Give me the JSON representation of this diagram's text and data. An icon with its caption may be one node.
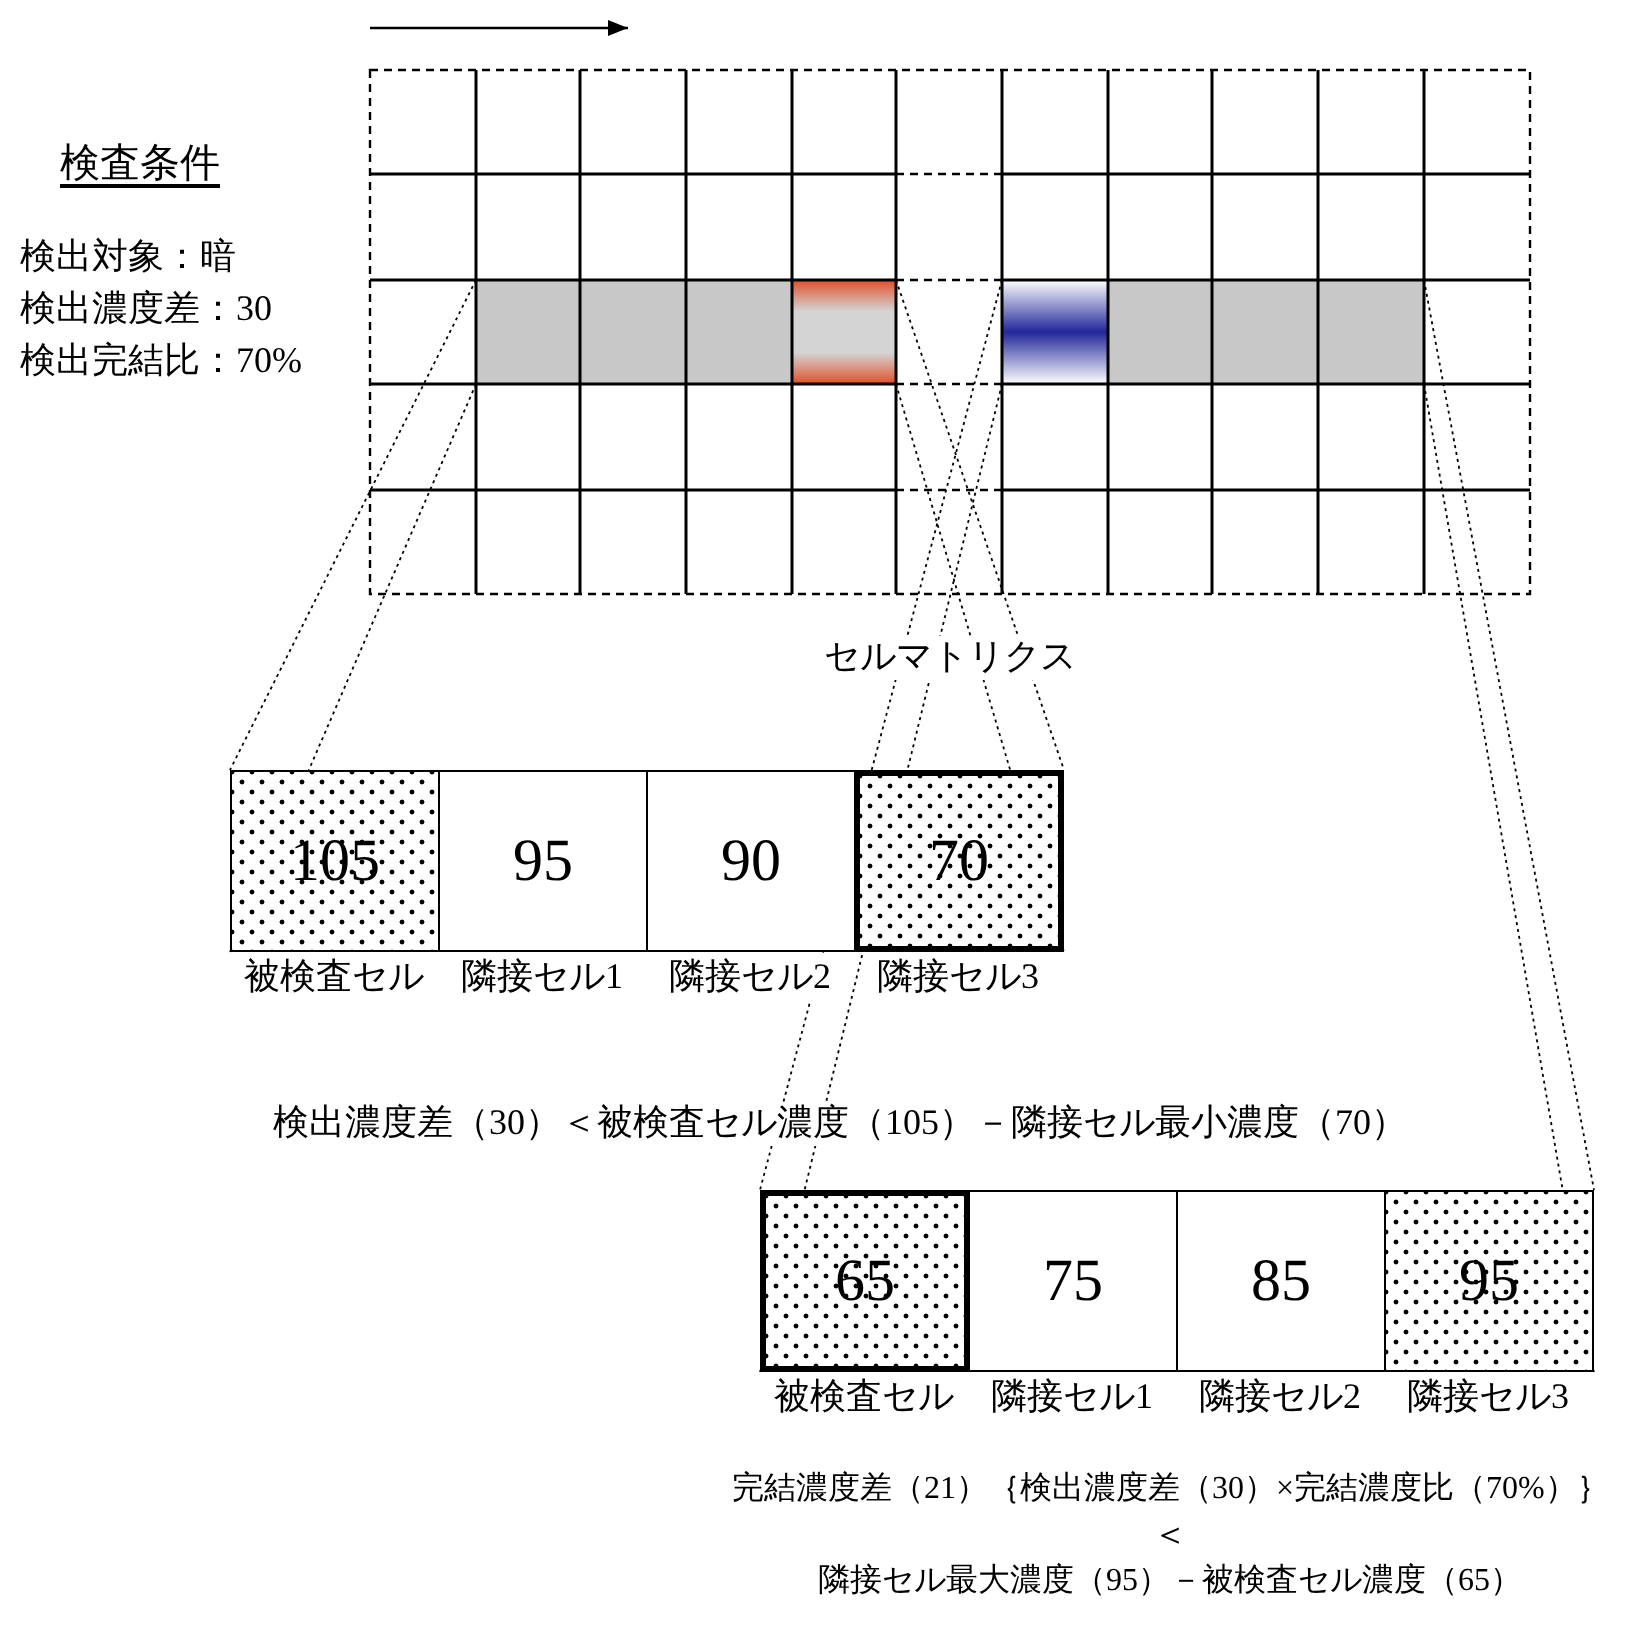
{
  "diagram": {
    "nodes": [
      {
        "text": [
          "105"
        ],
        "beside": [
          "被検査セル"
        ]
      },
      {
        "text": [
          "95"
        ],
        "beside": [
          "隣接セル1"
        ]
      },
      {
        "text": [
          "90"
        ],
        "beside": [
          "隣接セル2"
        ]
      },
      {
        "text": [
          "70"
        ],
        "beside": [
          "隣接セル3"
        ]
      },
      {
        "text": [
          "65"
        ],
        "beside": [
          "被検査セル"
        ]
      },
      {
        "text": [
          "75"
        ],
        "beside": [
          "隣接セル1"
        ]
      },
      {
        "text": [
          "85"
        ],
        "beside": [
          "隣接セル2"
        ]
      },
      {
        "text": [
          "95"
        ],
        "beside": [
          "隣接セル3"
        ]
      }
    ],
    "edges": [
      {
        "from": null,
        "to": 0,
        "arrow": "none",
        "style": "dashed"
      },
      {
        "from": null,
        "to": 0,
        "arrow": "none",
        "style": "dashed"
      },
      {
        "from": null,
        "to": 3,
        "arrow": "none",
        "style": "dashed"
      },
      {
        "from": null,
        "to": 3,
        "arrow": "none",
        "style": "dashed"
      },
      {
        "from": null,
        "to": 4,
        "arrow": "none",
        "style": "dashed"
      },
      {
        "from": null,
        "to": 4,
        "arrow": "none",
        "style": "dashed"
      },
      {
        "from": null,
        "to": 7,
        "arrow": "none",
        "style": "dashed"
      },
      {
        "from": null,
        "to": 7,
        "arrow": "none",
        "style": "dashed"
      }
    ],
    "labels": [
      "検査条件",
      "検出対象：暗",
      "検出濃度差：30",
      "検出完結比：70%",
      "セルマトリクス",
      "検出濃度差（30）＜被検査セル濃度（105）－隣接セル最小濃度（70）",
      "完結濃度差（21）｛検出濃度差（30）×完結濃度比（70%）｝",
      "＜",
      "隣接セル最大濃度（95）－被検査セル濃度（65）"
    ]
  }
}
